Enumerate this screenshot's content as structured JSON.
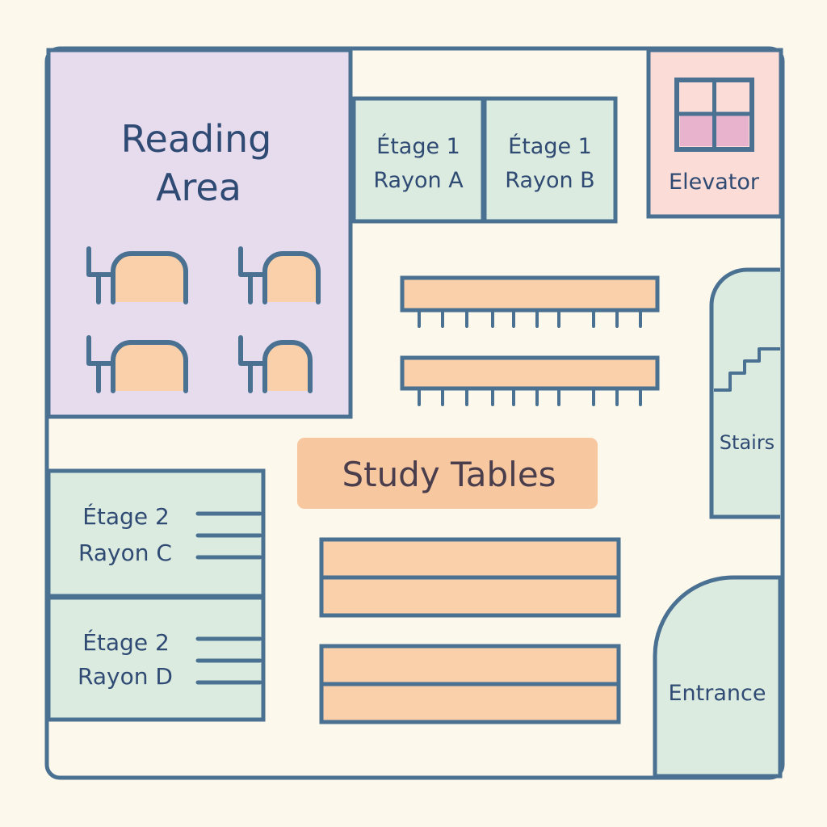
{
  "map": {
    "rooms": {
      "reading_area": {
        "line1": "Reading",
        "line2": "Area"
      },
      "floor1_aisle_a": {
        "line1": "Étage 1",
        "line2": "Rayon A"
      },
      "floor1_aisle_b": {
        "line1": "Étage 1",
        "line2": "Rayon B"
      },
      "elevator": {
        "label": "Elevator"
      },
      "stairs": {
        "label": "Stairs"
      },
      "floor2_aisle_c": {
        "line1": "Étage 2",
        "line2": "Rayon C"
      },
      "floor2_aisle_d": {
        "line1": "Étage 2",
        "line2": "Rayon D"
      },
      "study_tables": {
        "label": "Study Tables"
      },
      "entrance": {
        "label": "Entrance"
      }
    },
    "icons": [
      "chair-icon",
      "window-icon",
      "stairs-icon",
      "shelf-icon",
      "table-icon"
    ],
    "colors": {
      "background": "#fdf8ec",
      "outline": "#4a7191",
      "text": "#2f4a73",
      "reading_area": "#e7dbee",
      "shelving": "#dcebe0",
      "elevator": "#fcdcd6",
      "window_pane": "#e8b3cc",
      "furniture": "#fad0aa",
      "study_label_bg": "#f7c8a0",
      "study_label_text": "#4a3d4c"
    }
  }
}
